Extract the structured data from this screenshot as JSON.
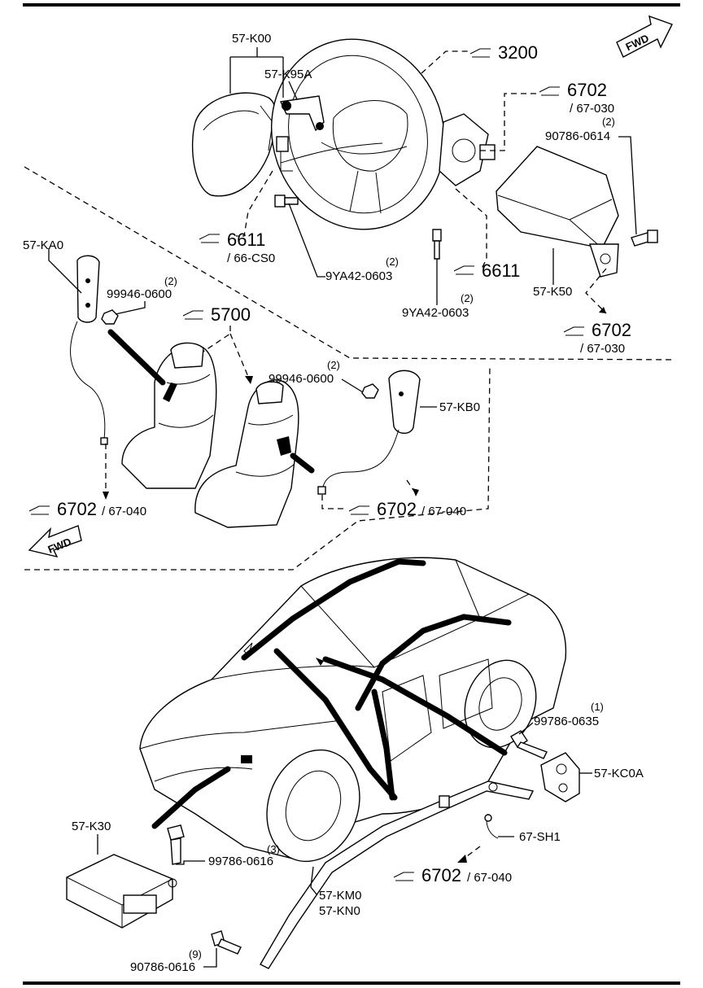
{
  "labels": {
    "k00": "57-K00",
    "k95a": "57-K95A",
    "ref_3200": "3200",
    "ref_6702_a": "6702",
    "ref_6702_a_sub": "/ 67-030",
    "bolt_0614": "90786-0614",
    "bolt_0614_qty": "(2)",
    "ref_6611_left": "6611",
    "ref_6611_left_sub": "/ 66-CS0",
    "bolt_9ya42_a": "9YA42-0603",
    "bolt_9ya42_a_qty": "(2)",
    "ref_6611_right": "6611",
    "k50": "57-K50",
    "bolt_9ya42_b": "9YA42-0603",
    "bolt_9ya42_b_qty": "(2)",
    "ref_6702_b": "6702",
    "ref_6702_b_sub": "/ 67-030",
    "ka0": "57-KA0",
    "nut_a": "99946-0600",
    "nut_a_qty": "(2)",
    "ref_5700": "5700",
    "nut_b": "99946-0600",
    "nut_b_qty": "(2)",
    "kb0": "57-KB0",
    "ref_6702_c": "6702",
    "ref_6702_c_sub": "/ 67-040",
    "ref_6702_d": "6702",
    "ref_6702_d_sub": "/ 67-040",
    "bolt_0635": "99786-0635",
    "bolt_0635_qty": "(1)",
    "kc0a": "57-KC0A",
    "k30": "57-K30",
    "bolt_0616_a": "99786-0616",
    "bolt_0616_a_qty": "(3)",
    "sh1": "67-SH1",
    "ref_6702_e": "6702",
    "ref_6702_e_sub": "/ 67-040",
    "km0": "57-KM0",
    "kn0": "57-KN0",
    "bolt_0616_b": "90786-0616",
    "bolt_0616_b_qty": "(9)",
    "fwd": "FWD"
  }
}
